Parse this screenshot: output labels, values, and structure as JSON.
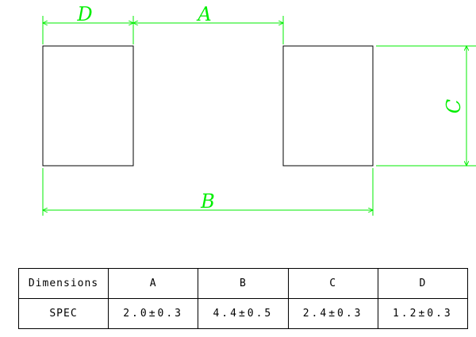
{
  "diagram": {
    "labels": {
      "d": "D",
      "a": "A",
      "c": "C",
      "b": "B"
    },
    "colors": {
      "dimension": "#00ee00",
      "outline": "#000000"
    }
  },
  "table": {
    "header_label": "Dimensions",
    "columns": [
      "A",
      "B",
      "C",
      "D"
    ],
    "row_label": "SPEC",
    "values": [
      "2.0±0.3",
      "4.4±0.5",
      "2.4±0.3",
      "1.2±0.3"
    ]
  }
}
